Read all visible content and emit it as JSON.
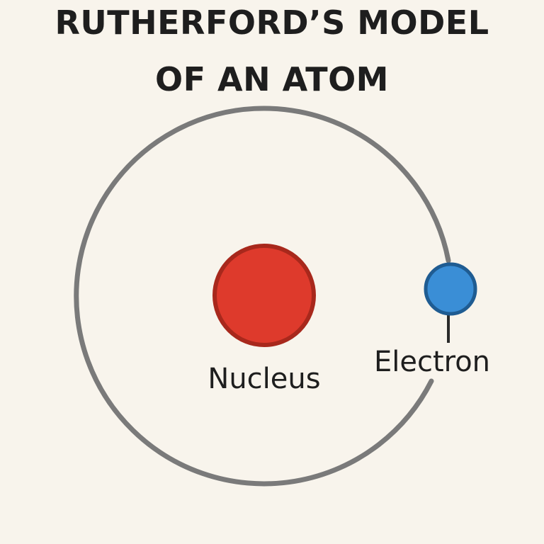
{
  "title": {
    "line1": "RUTHERFORD’S MODEL",
    "line2": "OF AN ATOM"
  },
  "labels": {
    "nucleus": "Nucleus",
    "electron": "Electron"
  },
  "colors": {
    "background": "#f8f4ec",
    "text": "#1e1e1e",
    "orbit": "#7a7a7a",
    "nucleus_fill": "#de3a2c",
    "nucleus_stroke": "#a8281c",
    "electron_fill": "#3a8ed6",
    "electron_stroke": "#1f5c92",
    "leader_line": "#2a2a2a"
  }
}
